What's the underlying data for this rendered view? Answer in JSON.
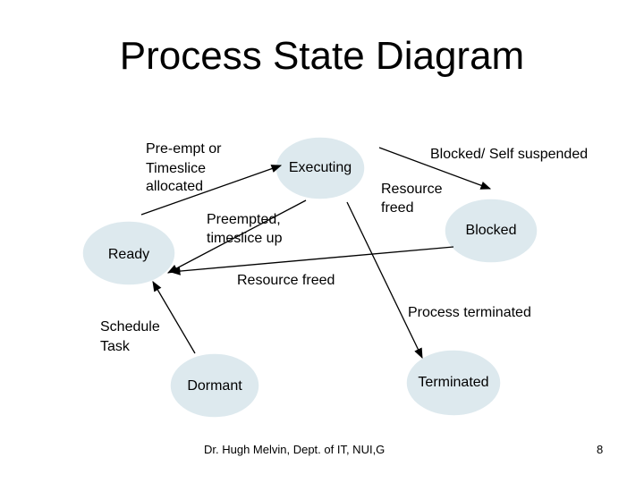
{
  "title": "Process State Diagram",
  "states": {
    "ready": "Ready",
    "executing": "Executing",
    "blocked": "Blocked",
    "dormant": "Dormant",
    "terminated": "Terminated"
  },
  "transitions": {
    "preempt_line1": "Pre-empt or",
    "preempt_line2": "Timeslice",
    "preempt_line3": "allocated",
    "preempted_line1": "Preempted,",
    "preempted_line2": "timeslice up",
    "blocked_self": "Blocked/ Self suspended",
    "resource_freed_line1": "Resource",
    "resource_freed_line2": "freed",
    "resource_freed_ready": "Resource freed",
    "process_terminated": "Process terminated",
    "schedule_line1": "Schedule",
    "schedule_line2": "Task"
  },
  "footer": {
    "author": "Dr. Hugh Melvin, Dept. of IT, NUI,G",
    "page": "8"
  },
  "colors": {
    "state_fill": "#dde9ee",
    "state_stroke": "#ffffff",
    "arrow": "#000000"
  }
}
